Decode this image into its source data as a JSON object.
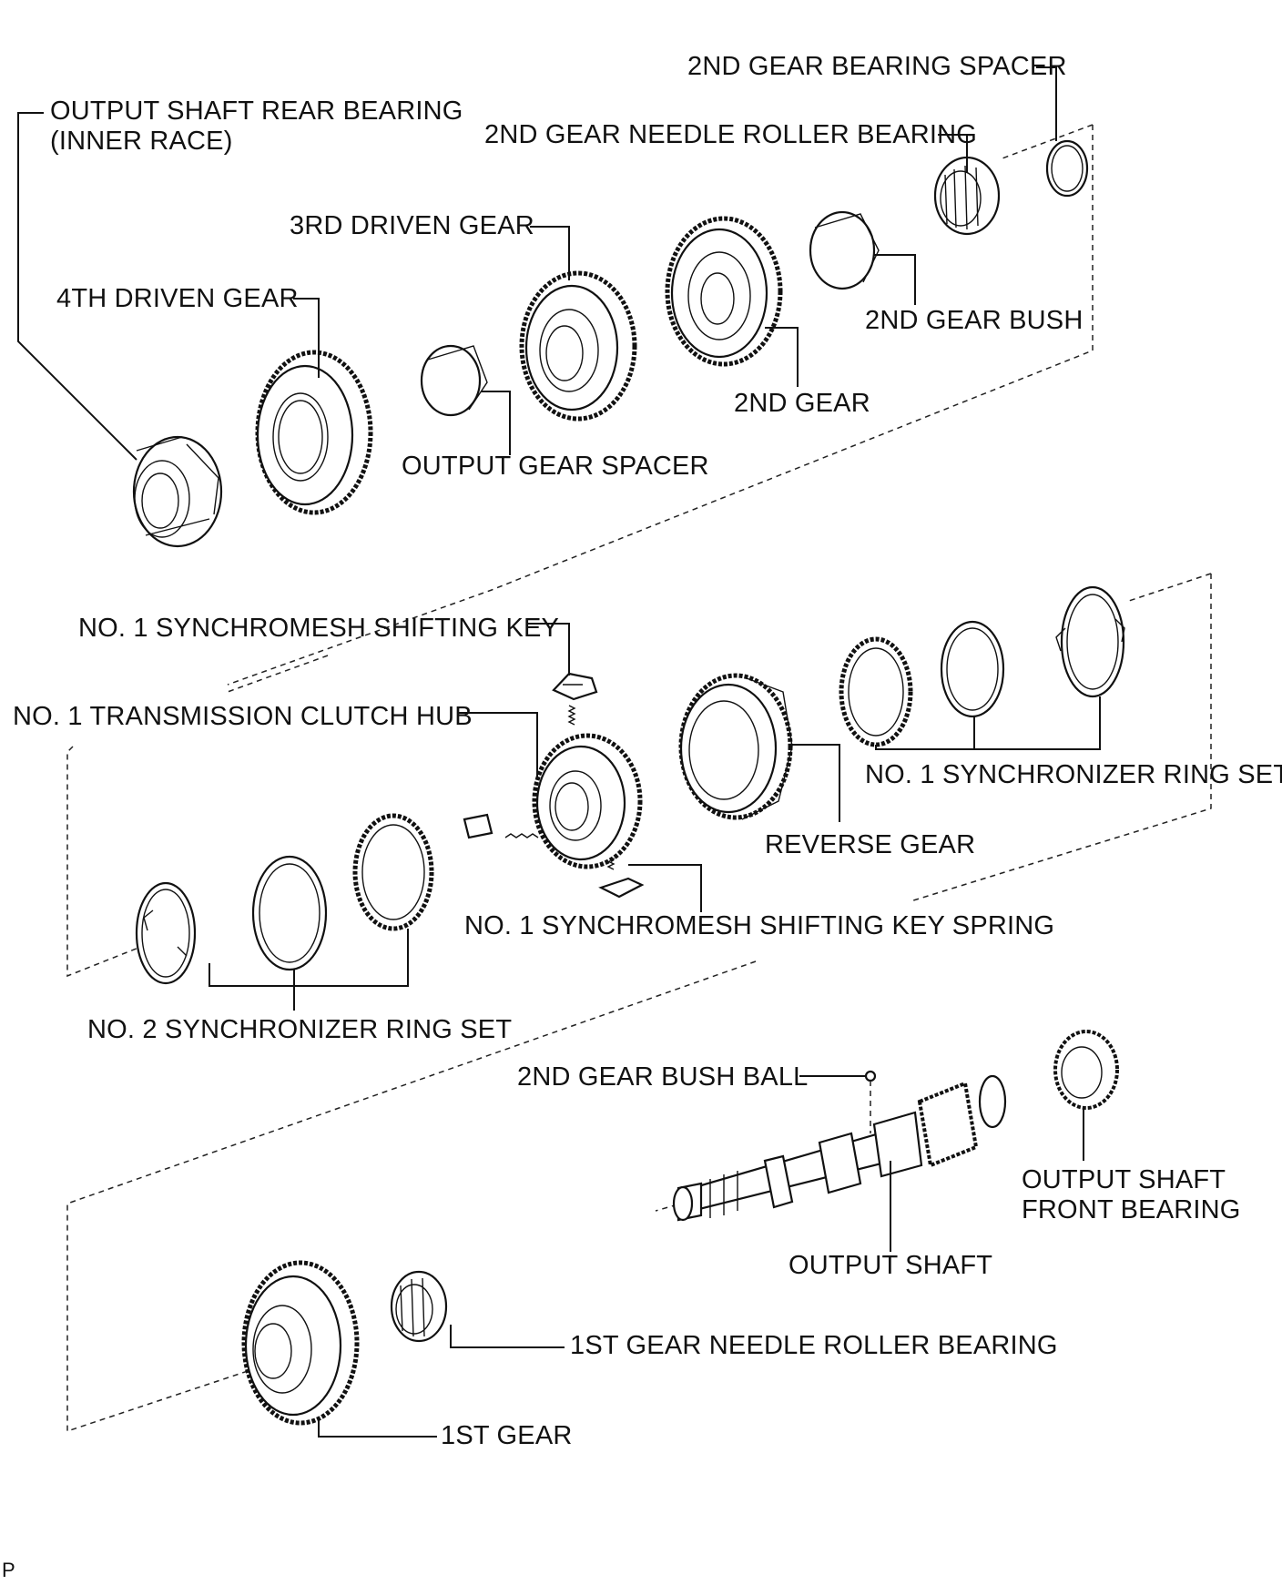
{
  "labels": {
    "second_gear_bearing_spacer": "2ND GEAR BEARING SPACER",
    "output_shaft_rear_bearing_1": "OUTPUT SHAFT REAR BEARING",
    "output_shaft_rear_bearing_2": "(INNER RACE)",
    "second_gear_needle_roller_bearing": "2ND GEAR NEEDLE ROLLER BEARING",
    "third_driven_gear": "3RD DRIVEN GEAR",
    "fourth_driven_gear": "4TH DRIVEN GEAR",
    "second_gear_bush": "2ND GEAR BUSH",
    "second_gear": "2ND GEAR",
    "output_gear_spacer": "OUTPUT GEAR SPACER",
    "no1_synchromesh_shifting_key": "NO. 1 SYNCHROMESH SHIFTING KEY",
    "no1_transmission_clutch_hub": "NO. 1 TRANSMISSION CLUTCH HUB",
    "no1_synchronizer_ring_set": "NO. 1 SYNCHRONIZER RING SET",
    "reverse_gear": "REVERSE GEAR",
    "no1_synchromesh_shifting_key_spring": "NO. 1 SYNCHROMESH SHIFTING KEY SPRING",
    "no2_synchronizer_ring_set": "NO. 2 SYNCHRONIZER RING SET",
    "second_gear_bush_ball": "2ND GEAR BUSH BALL",
    "output_shaft_front_bearing_1": "OUTPUT SHAFT",
    "output_shaft_front_bearing_2": "FRONT BEARING",
    "output_shaft": "OUTPUT SHAFT",
    "first_gear_needle_roller_bearing": "1ST GEAR NEEDLE ROLLER BEARING",
    "first_gear": "1ST GEAR"
  },
  "footer_mark": "P",
  "icons": {
    "gear": "gear-icon",
    "bearing": "bearing-icon",
    "ring": "ring-icon",
    "shaft": "shaft-icon",
    "spring": "spring-icon",
    "key": "key-icon",
    "ball": "ball-icon"
  },
  "colors": {
    "line": "#111111",
    "background": "#ffffff"
  }
}
